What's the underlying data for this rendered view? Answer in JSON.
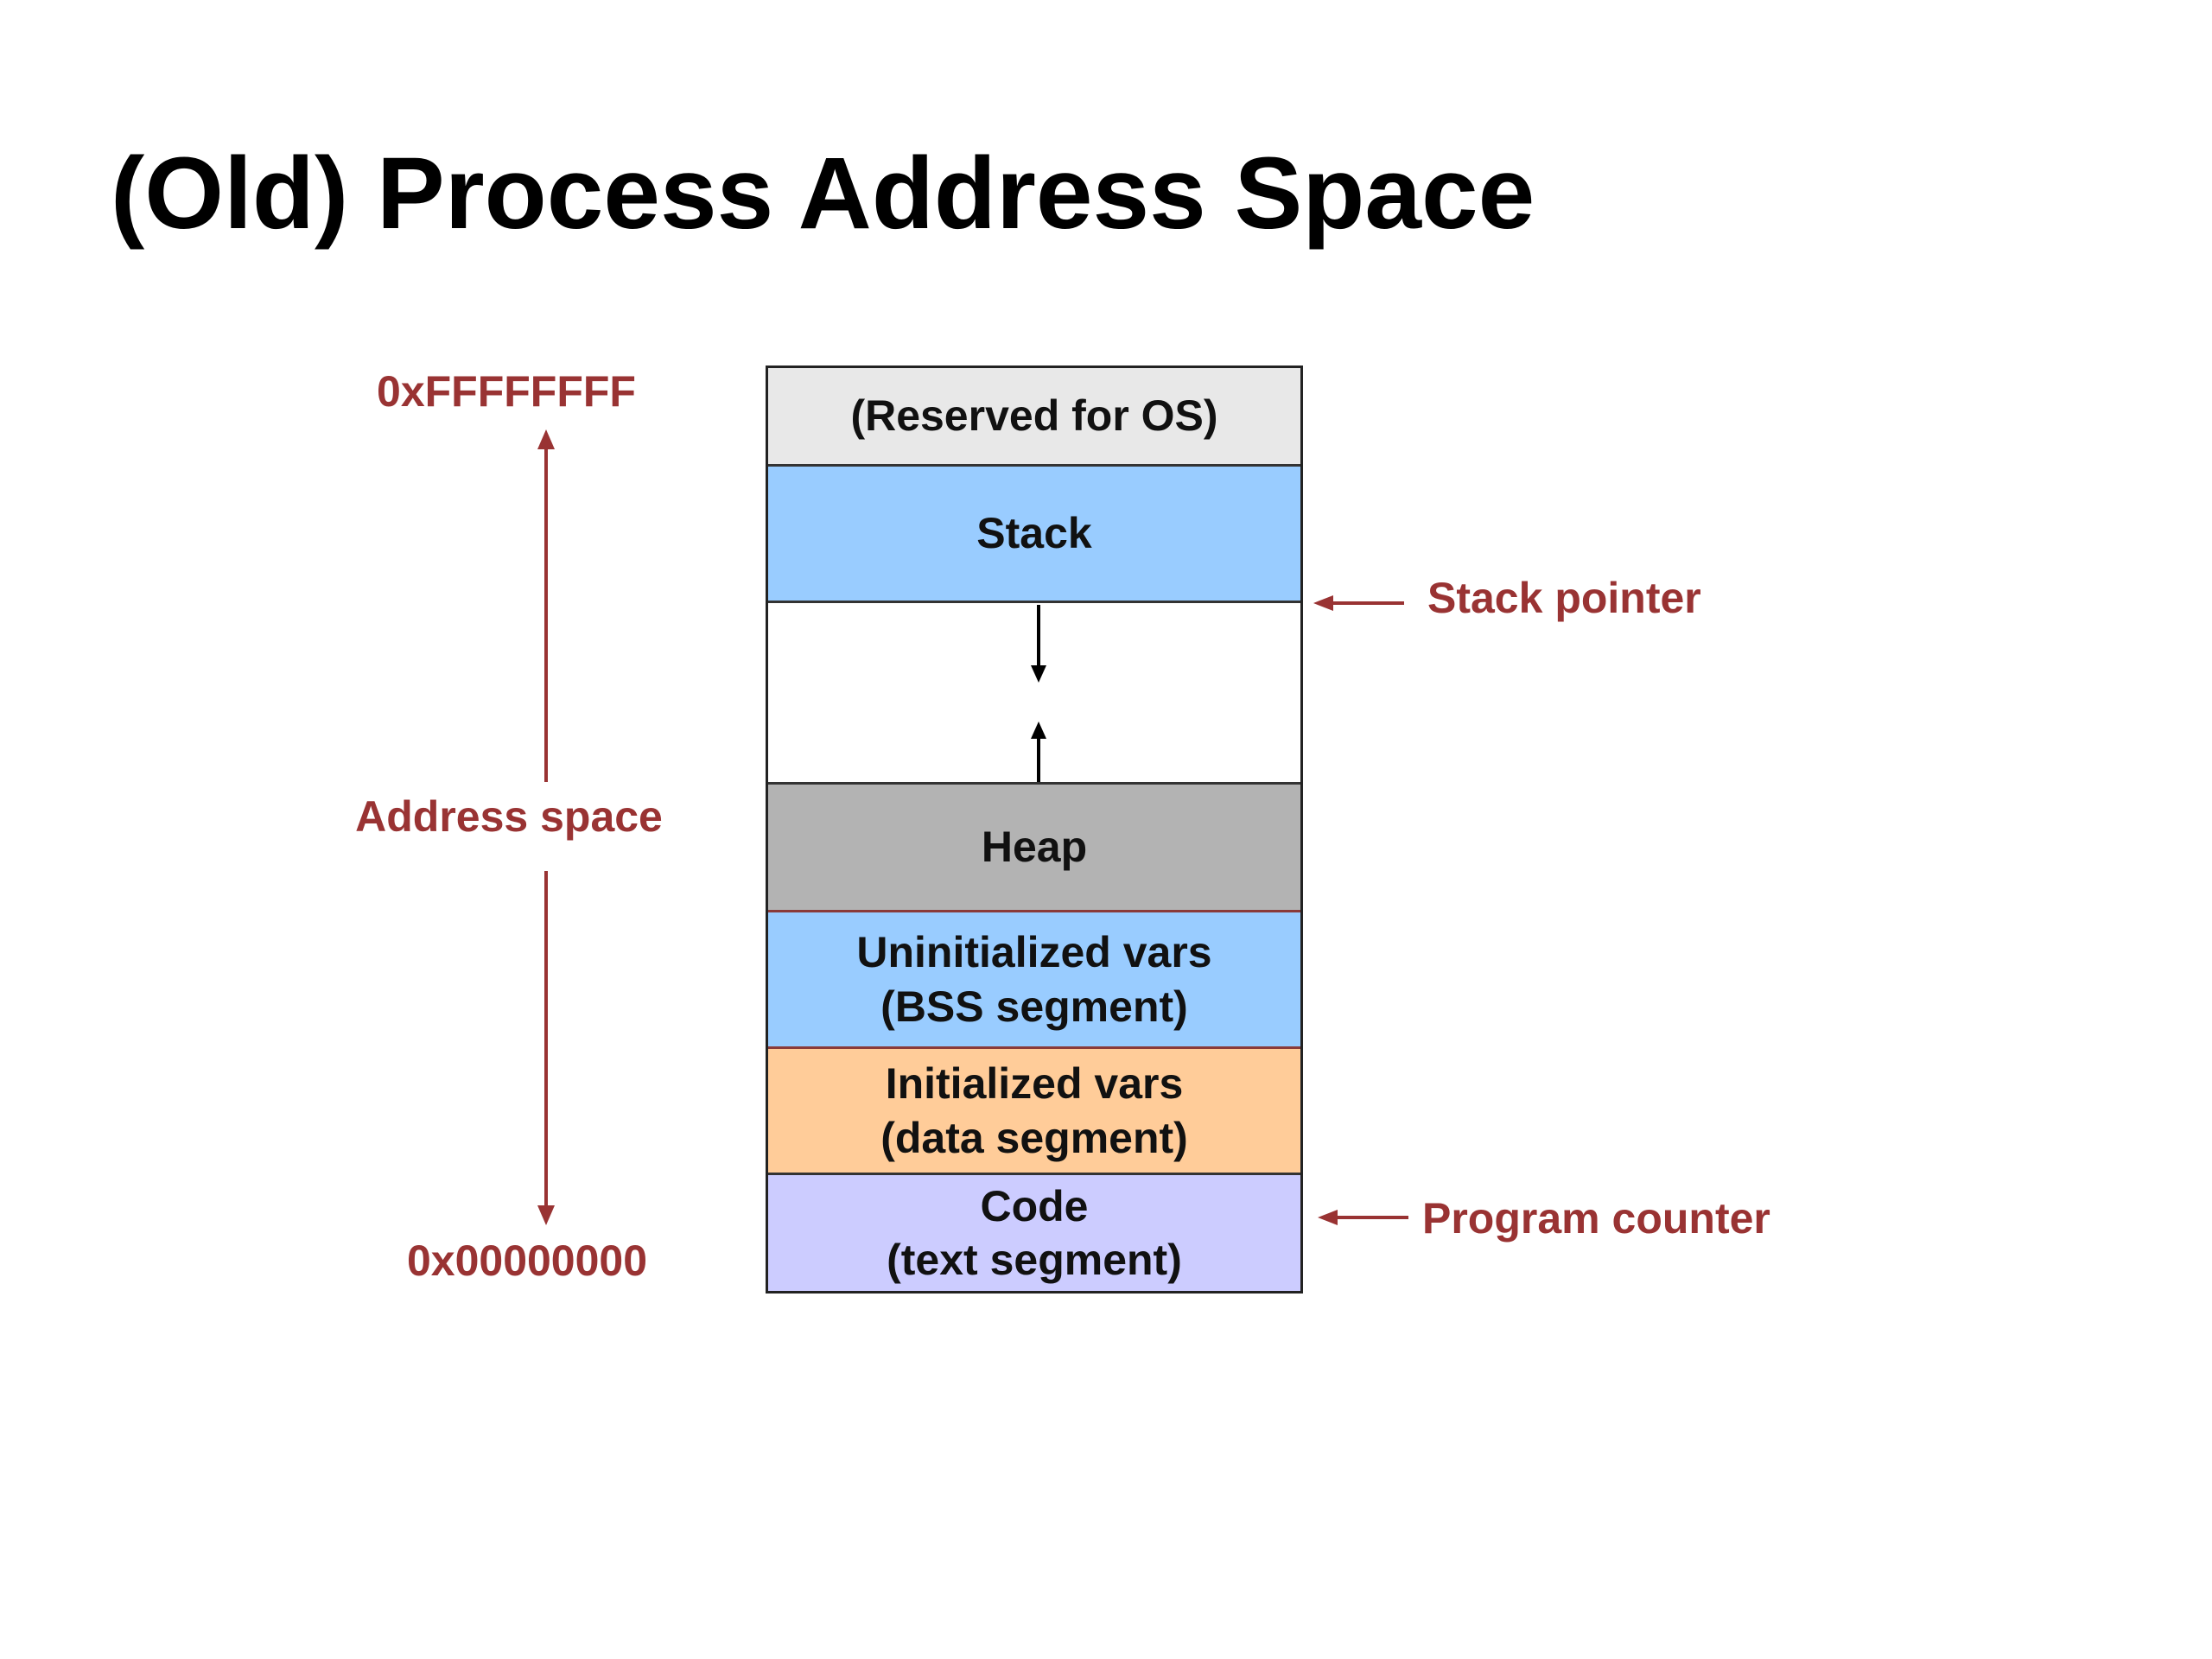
{
  "slide": {
    "title": "(Old) Process Address Space"
  },
  "address_axis": {
    "top_label": "0xFFFFFFFF",
    "middle_label": "Address space",
    "bottom_label": "0x00000000"
  },
  "segments": [
    {
      "name": "reserved",
      "lines": [
        "(Reserved for OS)"
      ],
      "color": "#E8E8E8"
    },
    {
      "name": "stack",
      "lines": [
        "Stack"
      ],
      "color": "#99CCFF"
    },
    {
      "name": "free",
      "lines": [],
      "color": "#FFFFFF"
    },
    {
      "name": "heap",
      "lines": [
        "Heap"
      ],
      "color": "#B3B3B3"
    },
    {
      "name": "bss",
      "lines": [
        "Uninitialized vars",
        "(BSS segment)"
      ],
      "color": "#99CCFF"
    },
    {
      "name": "data",
      "lines": [
        "Initialized vars",
        "(data segment)"
      ],
      "color": "#FFCC99"
    },
    {
      "name": "code",
      "lines": [
        "Code",
        "(text segment)"
      ],
      "color": "#CCCCFF"
    }
  ],
  "pointers": {
    "stack_pointer": "Stack pointer",
    "program_counter": "Program counter"
  },
  "colors": {
    "label": "#993333",
    "title": "#000000",
    "border": "#222222"
  }
}
